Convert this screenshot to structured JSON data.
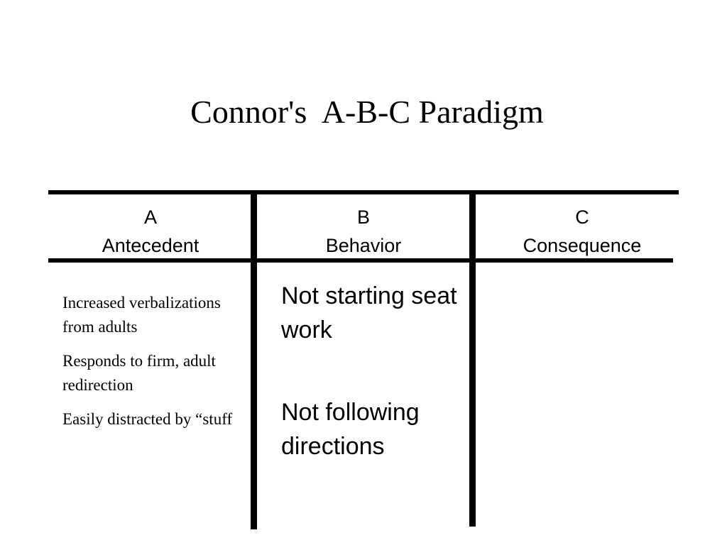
{
  "title": "Connor's  A-B-C Paradigm",
  "columns": [
    {
      "letter": "A",
      "name": "Antecedent"
    },
    {
      "letter": "B",
      "name": "Behavior"
    },
    {
      "letter": "C",
      "name": "Consequence"
    }
  ],
  "antecedents": [
    "Increased verbalizations from adults",
    "Responds to firm, adult redirection",
    "Easily distracted by “stuff"
  ],
  "behaviors": [
    "Not starting seat work",
    "Not following directions"
  ]
}
